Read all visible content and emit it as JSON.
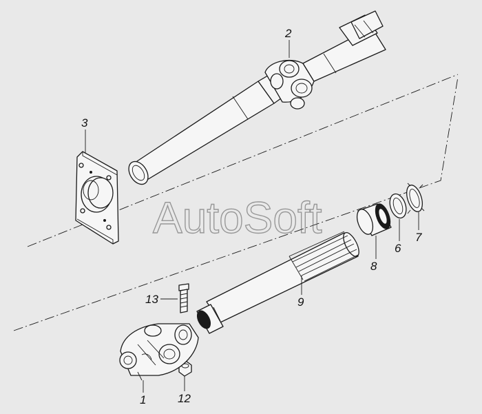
{
  "diagram": {
    "watermark": "AutoSoft",
    "callouts": [
      {
        "id": "1",
        "text": "1"
      },
      {
        "id": "2",
        "text": "2"
      },
      {
        "id": "3",
        "text": "3"
      },
      {
        "id": "6",
        "text": "6"
      },
      {
        "id": "7",
        "text": "7"
      },
      {
        "id": "8",
        "text": "8"
      },
      {
        "id": "9",
        "text": "9"
      },
      {
        "id": "12",
        "text": "12"
      },
      {
        "id": "13",
        "text": "13"
      }
    ]
  }
}
